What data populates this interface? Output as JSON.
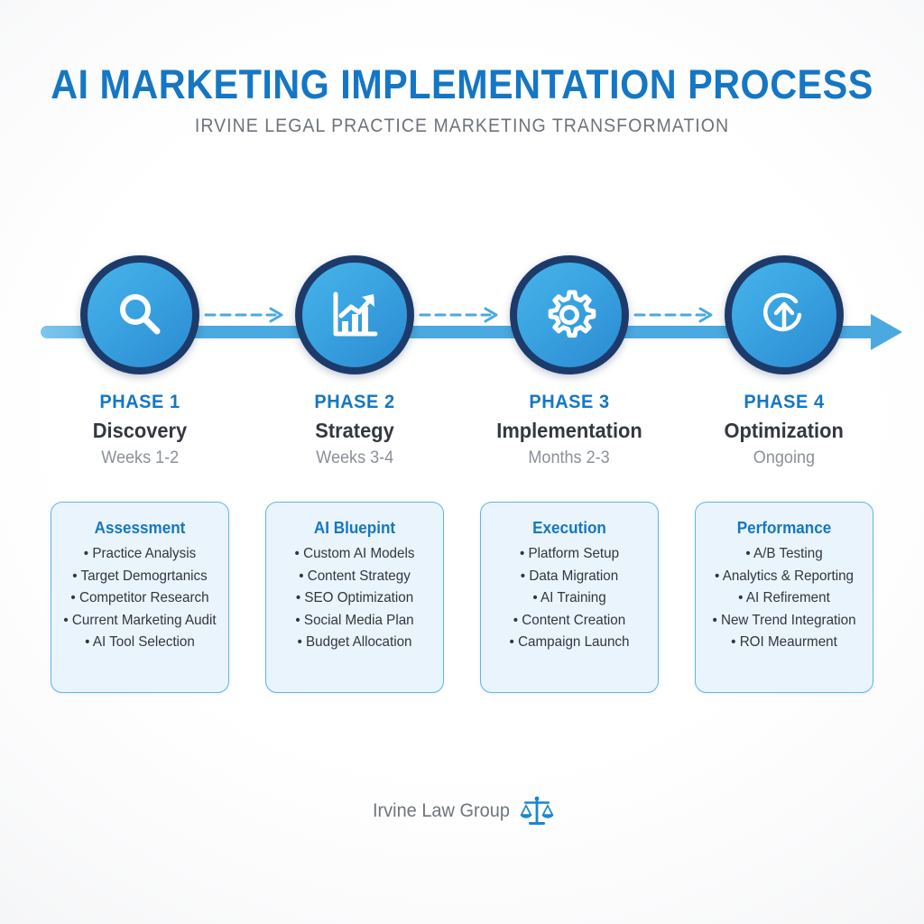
{
  "header": {
    "title": "AI MARKETING IMPLEMENTATION PROCESS",
    "subtitle": "IRVINE LEGAL PRACTICE MARKETING TRANSFORMATION"
  },
  "colors": {
    "brand_blue": "#1577c4",
    "circle_light": "#46b2e8",
    "circle_dark": "#2b8ad1",
    "ring_navy": "#1c3b6b",
    "timeline_line": "#4aa9e0",
    "card_bg": "#eaf4fc",
    "card_border": "#63b5e7",
    "heading_dark": "#333740",
    "muted_gray": "#8b9099",
    "subtitle_gray": "#6e737a"
  },
  "timeline": {
    "connector_style": "dashed-arrow",
    "end_marker": "solid-arrowhead",
    "connectors": 3
  },
  "phases": [
    {
      "label": "PHASE 1",
      "name": "Discovery",
      "duration": "Weeks 1-2",
      "icon": "magnifier-icon",
      "card": {
        "title": "Assessment",
        "items": [
          "Practice Analysis",
          "Target Demogrtanics",
          "Competitor Research",
          "Current Marketing Audit",
          "AI Tool Selection"
        ]
      }
    },
    {
      "label": "PHASE 2",
      "name": "Strategy",
      "duration": "Weeks 3-4",
      "icon": "bar-chart-growth-icon",
      "card": {
        "title": "AI Bluepint",
        "items": [
          "Custom AI Models",
          "Content Strategy",
          "SEO Optimization",
          "Social Media Plan",
          "Budget Allocation"
        ]
      }
    },
    {
      "label": "PHASE 3",
      "name": "Implementation",
      "duration": "Months 2-3",
      "icon": "gear-icon",
      "card": {
        "title": "Execution",
        "items": [
          "Platform Setup",
          "Data Migration",
          "AI Training",
          "Content Creation",
          "Campaign Launch"
        ]
      }
    },
    {
      "label": "PHASE 4",
      "name": "Optimization",
      "duration": "Ongoing",
      "icon": "refresh-up-arrow-icon",
      "card": {
        "title": "Performance",
        "items": [
          "A/B Testing",
          "Analytics & Reporting",
          "AI Refirement",
          "New Trend Integration",
          "ROI Meaurment"
        ]
      }
    }
  ],
  "footer": {
    "text": "Irvine Law Group",
    "icon": "scales-of-justice-icon"
  }
}
